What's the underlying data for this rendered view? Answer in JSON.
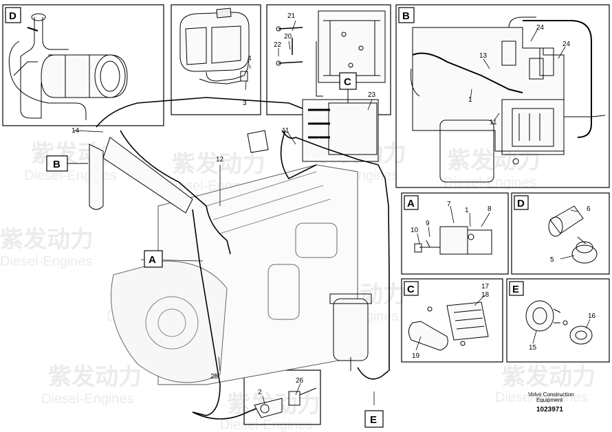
{
  "callouts": {
    "d_tag": "D",
    "b_tag": "B",
    "c_tag": "C",
    "a_tag": "A",
    "e_tag": "E",
    "n1": "1",
    "n2": "2",
    "n3": "3",
    "n4": "4",
    "n5": "5",
    "n6": "6",
    "n7": "7",
    "n8": "8",
    "n9": "9",
    "n10": "10",
    "n11": "11",
    "n12": "12",
    "n13": "13",
    "n14": "14",
    "n15": "15",
    "n16": "16",
    "n17": "17",
    "n18": "18",
    "n19": "19",
    "n20": "20",
    "n21": "21",
    "n22": "22",
    "n23": "23",
    "n24": "24",
    "n25": "25",
    "n26": "26"
  },
  "footer": {
    "line1": "Volvo Construction",
    "line2": "Equipment",
    "code": "1023971"
  },
  "watermark": {
    "cn": "紫发动力",
    "en": "Diesel-Engines"
  }
}
